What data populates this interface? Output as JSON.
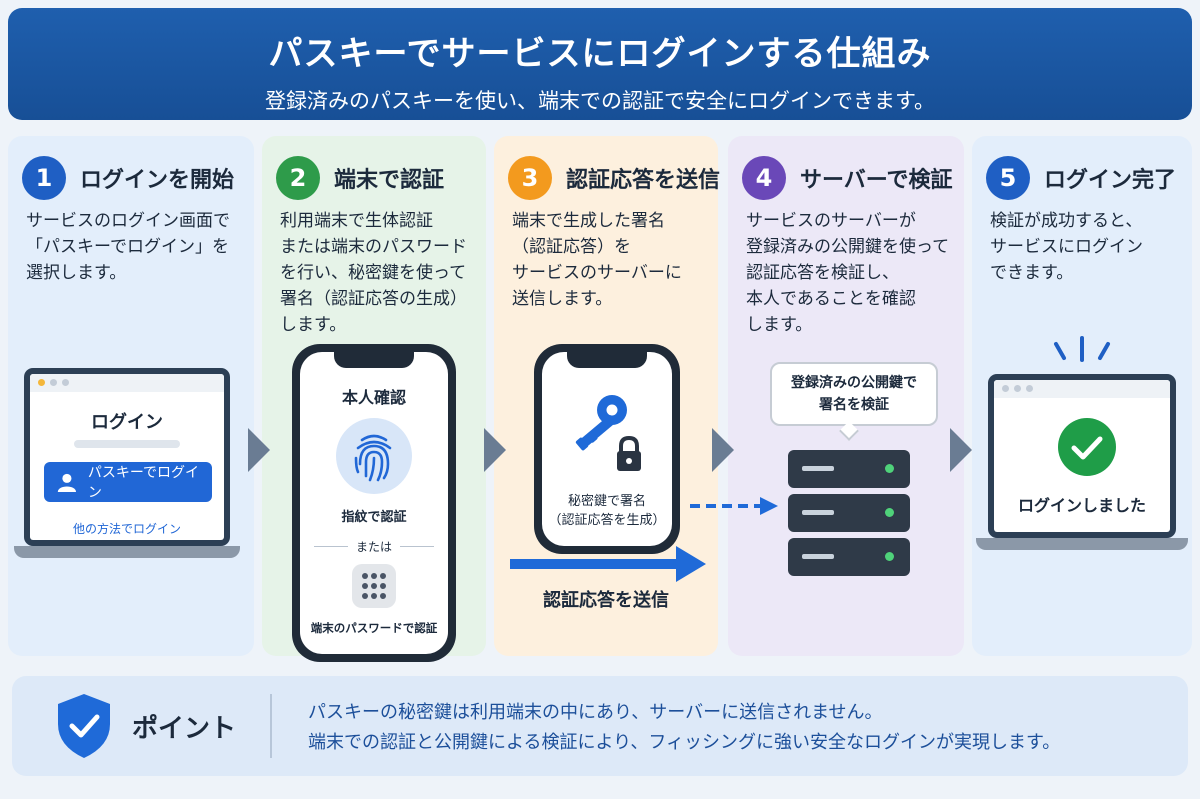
{
  "header": {
    "title": "パスキーでサービスにログインする仕組み",
    "subtitle": "登録済みのパスキーを使い、端末での認証で安全にログインできます。"
  },
  "colors": {
    "step1": "#1f5fc4",
    "step2": "#2e9b4a",
    "step3": "#f39a1e",
    "step4": "#6a48b8",
    "step5": "#1f5fc4"
  },
  "steps": [
    {
      "number": "1",
      "title": "ログインを開始",
      "description": "サービスのログイン画面で\n「パスキーでログイン」を\n選択します。"
    },
    {
      "number": "2",
      "title": "端末で認証",
      "description": "利用端末で生体認証\nまたは端末のパスワード\nを行い、秘密鍵を使って\n署名（認証応答の生成）\nします。"
    },
    {
      "number": "3",
      "title": "認証応答を送信",
      "description": "端末で生成した署名\n（認証応答）を\nサービスのサーバーに\n送信します。"
    },
    {
      "number": "4",
      "title": "サーバーで検証",
      "description": "サービスのサーバーが\n登録済みの公開鍵を使って\n認証応答を検証し、\n本人であることを確認\nします。"
    },
    {
      "number": "5",
      "title": "ログイン完了",
      "description": "検証が成功すると、\nサービスにログイン\nできます。"
    }
  ],
  "login_screen": {
    "title": "ログイン",
    "passkey_button": "パスキーでログイン",
    "other_link": "他の方法でログイン"
  },
  "auth_phone": {
    "title": "本人確認",
    "fingerprint_label": "指紋で認証",
    "or": "または",
    "passcode_label": "端末のパスワードで認証"
  },
  "sign_phone": {
    "label": "秘密鍵で署名\n（認証応答を生成）"
  },
  "send_label": "認証応答を送信",
  "server": {
    "bubble": "登録済みの公開鍵で\n署名を検証"
  },
  "done_screen": {
    "label": "ログインしました"
  },
  "point": {
    "title": "ポイント",
    "text": "パスキーの秘密鍵は利用端末の中にあり、サーバーに送信されません。\n端末での認証と公開鍵による検証により、フィッシングに強い安全なログインが実現します。"
  }
}
